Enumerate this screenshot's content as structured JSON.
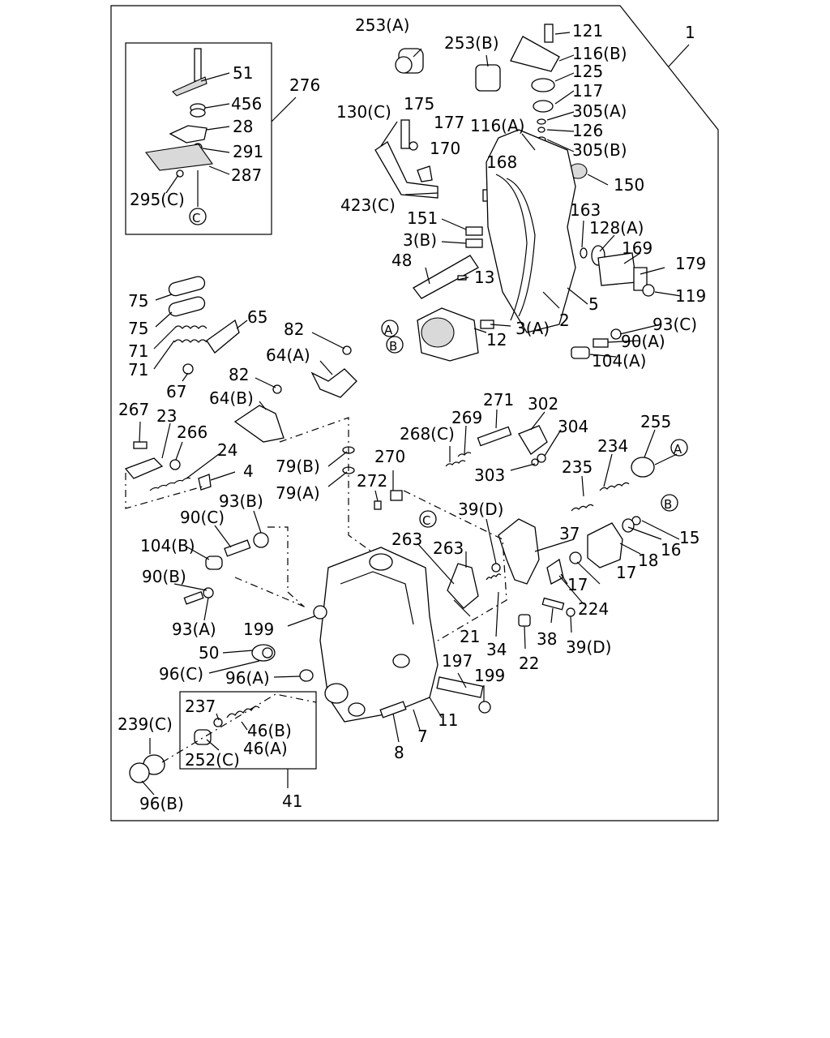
{
  "diagram": {
    "assembly_number": "1",
    "subassembly_labels": [
      "276",
      "41"
    ],
    "reference_markers": {
      "A": "A",
      "B": "B",
      "C": "C"
    },
    "part_labels": [
      "253(A)",
      "253(B)",
      "121",
      "116(B)",
      "125",
      "117",
      "305(A)",
      "126",
      "116(A)",
      "305(B)",
      "150",
      "130(C)",
      "175",
      "177",
      "170",
      "168",
      "423(C)",
      "151",
      "3(B)",
      "163",
      "128(A)",
      "169",
      "179",
      "48",
      "13",
      "119",
      "5",
      "93(C)",
      "2",
      "3(A)",
      "90(A)",
      "12",
      "104(A)",
      "51",
      "456",
      "28",
      "291",
      "287",
      "295(C)",
      "75",
      "75",
      "71",
      "71",
      "65",
      "67",
      "82",
      "64(A)",
      "82",
      "64(B)",
      "267",
      "23",
      "266",
      "24",
      "4",
      "79(B)",
      "79(A)",
      "271",
      "302",
      "268(C)",
      "269",
      "304",
      "255",
      "234",
      "303",
      "235",
      "270",
      "272",
      "39(D)",
      "263",
      "263",
      "37",
      "15",
      "16",
      "18",
      "17",
      "17",
      "224",
      "21",
      "34",
      "38",
      "39(D)",
      "22",
      "93(B)",
      "90(C)",
      "104(B)",
      "90(B)",
      "93(A)",
      "199",
      "50",
      "96(C)",
      "96(A)",
      "197",
      "199",
      "237",
      "46(B)",
      "46(A)",
      "252(C)",
      "239(C)",
      "96(B)",
      "11",
      "7",
      "8"
    ]
  }
}
